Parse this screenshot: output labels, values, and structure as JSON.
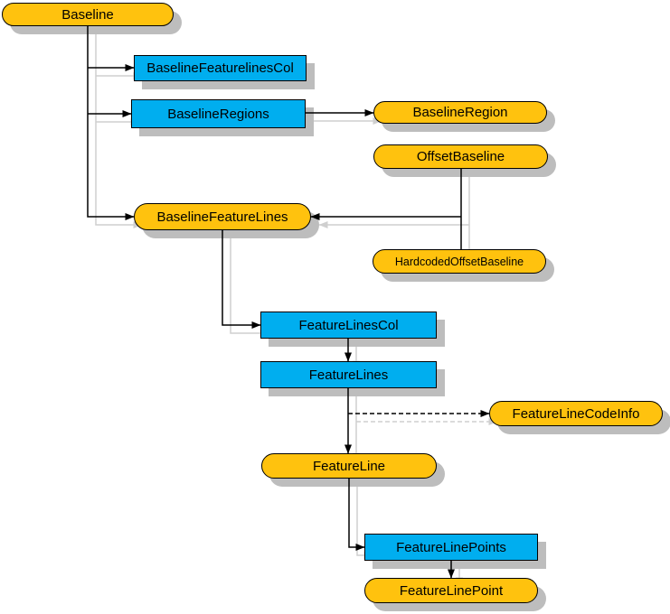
{
  "colors": {
    "class-fill": "#FFC20E",
    "collection-fill": "#00AEEF",
    "outline": "#000000",
    "node-shadow": "#BDBDBD",
    "line-shadow": "#CFCFCF",
    "canvas": "#FFFFFF"
  },
  "nodes": [
    {
      "label": "Baseline",
      "kind": "class"
    },
    {
      "label": "BaselineFeaturelinesCol",
      "kind": "collection"
    },
    {
      "label": "BaselineRegions",
      "kind": "collection"
    },
    {
      "label": "BaselineRegion",
      "kind": "class"
    },
    {
      "label": "OffsetBaseline",
      "kind": "class"
    },
    {
      "label": "BaselineFeatureLines",
      "kind": "class"
    },
    {
      "label": "HardcodedOffsetBaseline",
      "kind": "class"
    },
    {
      "label": "FeatureLinesCol",
      "kind": "collection"
    },
    {
      "label": "FeatureLines",
      "kind": "collection"
    },
    {
      "label": "FeatureLineCodeInfo",
      "kind": "class"
    },
    {
      "label": "FeatureLine",
      "kind": "class"
    },
    {
      "label": "FeatureLinePoints",
      "kind": "collection"
    },
    {
      "label": "FeatureLinePoint",
      "kind": "class"
    }
  ],
  "edges": [
    {
      "from": "Baseline",
      "to": "BaselineFeaturelinesCol",
      "style": "solid"
    },
    {
      "from": "Baseline",
      "to": "BaselineRegions",
      "style": "solid"
    },
    {
      "from": "Baseline",
      "to": "BaselineFeatureLines",
      "style": "solid"
    },
    {
      "from": "BaselineRegions",
      "to": "BaselineRegion",
      "style": "solid"
    },
    {
      "from": "OffsetBaseline",
      "to": "BaselineFeatureLines",
      "style": "solid"
    },
    {
      "from": "HardcodedOffsetBaseline",
      "to": "BaselineFeatureLines",
      "style": "solid"
    },
    {
      "from": "BaselineFeatureLines",
      "to": "FeatureLinesCol",
      "style": "solid"
    },
    {
      "from": "FeatureLinesCol",
      "to": "FeatureLines",
      "style": "solid"
    },
    {
      "from": "FeatureLines",
      "to": "FeatureLineCodeInfo",
      "style": "dashed"
    },
    {
      "from": "FeatureLines",
      "to": "FeatureLine",
      "style": "solid"
    },
    {
      "from": "FeatureLine",
      "to": "FeatureLinePoints",
      "style": "solid"
    },
    {
      "from": "FeatureLinePoints",
      "to": "FeatureLinePoint",
      "style": "solid"
    }
  ]
}
